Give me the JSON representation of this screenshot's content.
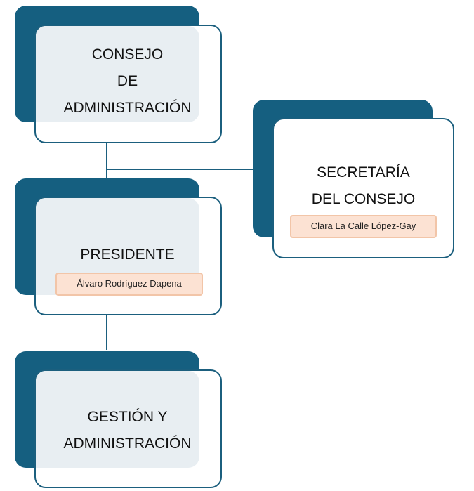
{
  "colors": {
    "accent": "#155f80",
    "border": "#1b5f7e",
    "overlap_fill": "#e8eef2",
    "name_fill": "#fce2d3",
    "name_border": "#f2c5a8"
  },
  "org_chart": {
    "board": {
      "title": "CONSEJO\nDE\nADMINISTRACIÓN"
    },
    "secretary": {
      "title": "SECRETARÍA\nDEL CONSEJO",
      "name": "Clara La Calle López-Gay"
    },
    "president": {
      "title": "PRESIDENTE",
      "name": "Álvaro Rodríguez Dapena"
    },
    "management": {
      "title": "GESTIÓN Y\nADMINISTRACIÓN"
    }
  }
}
